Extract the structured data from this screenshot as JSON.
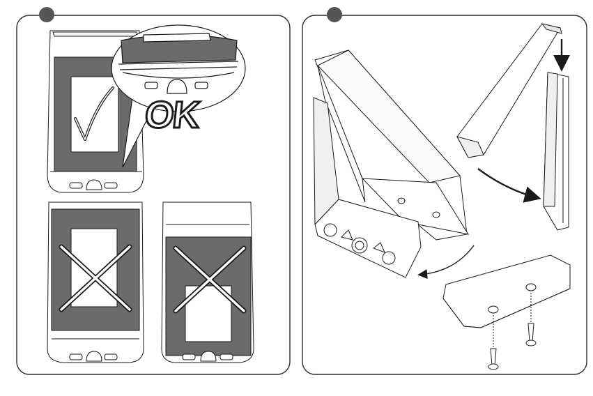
{
  "figure": {
    "step_left_number": "",
    "step_right_number": "",
    "ok_label": "OK",
    "footer_caption": ""
  },
  "colors": {
    "frame_stroke": "#2a2a2a",
    "step_circle": "#555555",
    "label_area": "#6b6b6b",
    "housing_fill": "#ffffff",
    "line": "#1a1a1a"
  },
  "panels": [
    {
      "panel": "left",
      "frames": [
        "correct-placement",
        "incorrect-placement-1",
        "incorrect-placement-2"
      ]
    },
    {
      "panel": "right",
      "frames": [
        "cover-removal",
        "screw-fixing"
      ]
    }
  ]
}
